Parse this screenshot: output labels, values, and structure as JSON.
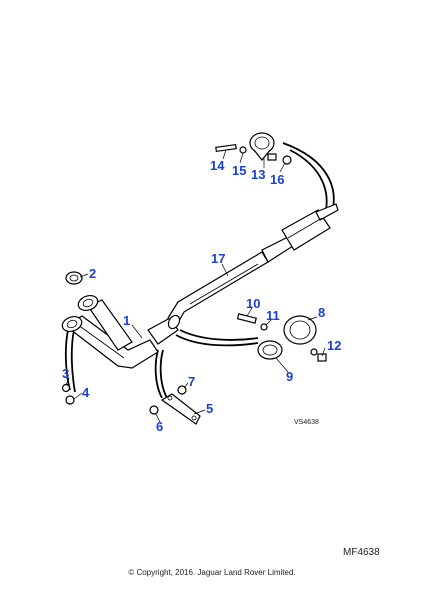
{
  "callouts": {
    "c1": "1",
    "c2": "2",
    "c3": "3",
    "c4": "4",
    "c5": "5",
    "c6": "6",
    "c7": "7",
    "c8": "8",
    "c9": "9",
    "c10": "10",
    "c11": "11",
    "c12": "12",
    "c13": "13",
    "c14": "14",
    "c15": "15",
    "c16": "16",
    "c17": "17"
  },
  "reference_code": "VS4638",
  "figure_code": "MF4638",
  "copyright": "© Copyright, 2016. Jaguar Land Rover Limited.",
  "colors": {
    "callout": "#1a3fd6",
    "line": "#000000",
    "background": "#ffffff"
  }
}
